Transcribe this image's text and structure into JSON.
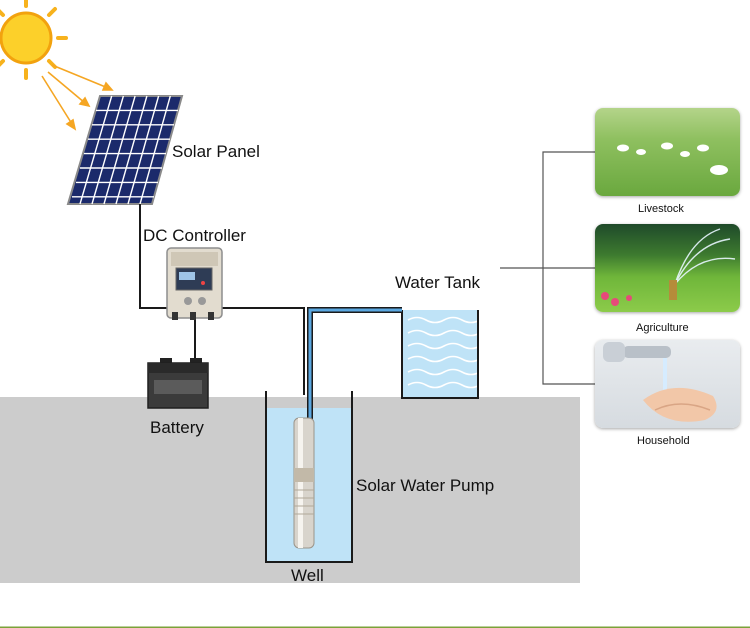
{
  "labels": {
    "solar_panel": "Solar Panel",
    "dc_controller": "DC Controller",
    "battery": "Battery",
    "water_tank": "Water Tank",
    "solar_water_pump": "Solar Water Pump",
    "well": "Well"
  },
  "uses": [
    {
      "label": "Livestock",
      "icon": "livestock-photo"
    },
    {
      "label": "Agriculture",
      "icon": "sprinkler-photo"
    },
    {
      "label": "Household",
      "icon": "faucet-photo"
    }
  ],
  "colors": {
    "ground": "#cccccc",
    "water": "#bfe3f7",
    "sun": "#f7b21d",
    "panel": "#1b2a6b",
    "pipe": "#1f4e79",
    "footer_line": "#7aa238"
  }
}
